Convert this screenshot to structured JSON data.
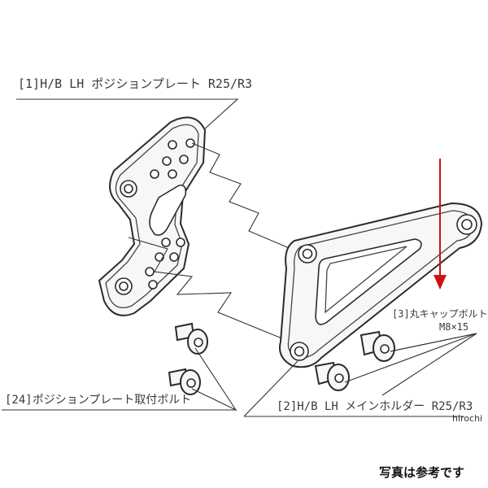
{
  "labels": {
    "plate": "[1]H/B LH ポジションプレート R25/R3",
    "cap_bolt_line1": "[3]丸キャップボルト",
    "cap_bolt_line2": "M8×15",
    "plate_bolt": "[24]ポジションプレート取付ボルト",
    "holder": "[2]H/B LH メインホルダー R25/R3"
  },
  "watermark": "hirochi",
  "note": "写真は参考です",
  "colors": {
    "arrow": "#cc1111",
    "line": "#2b2b2b"
  }
}
